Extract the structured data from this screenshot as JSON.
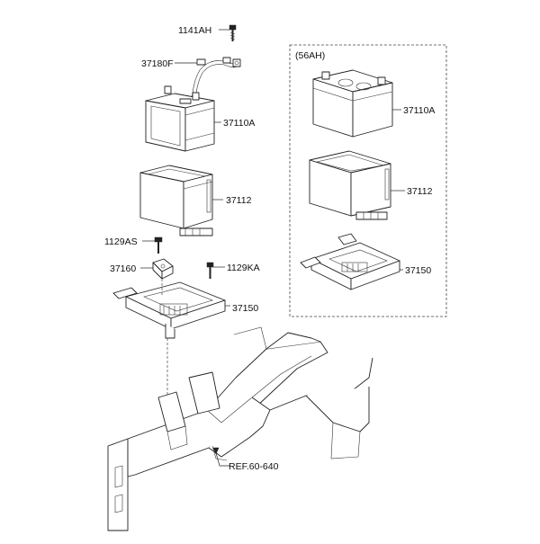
{
  "labels": {
    "bolt_top": "1141AH",
    "cable": "37180F",
    "battery": "37110A",
    "tray": "37112",
    "bolt_side": "1129AS",
    "bracket": "37160",
    "bolt_small": "1129KA",
    "base": "37150",
    "inset_title": "(56AH)",
    "inset_battery": "37110A",
    "inset_tray": "37112",
    "inset_base": "37150",
    "reference": "REF.60-640"
  }
}
